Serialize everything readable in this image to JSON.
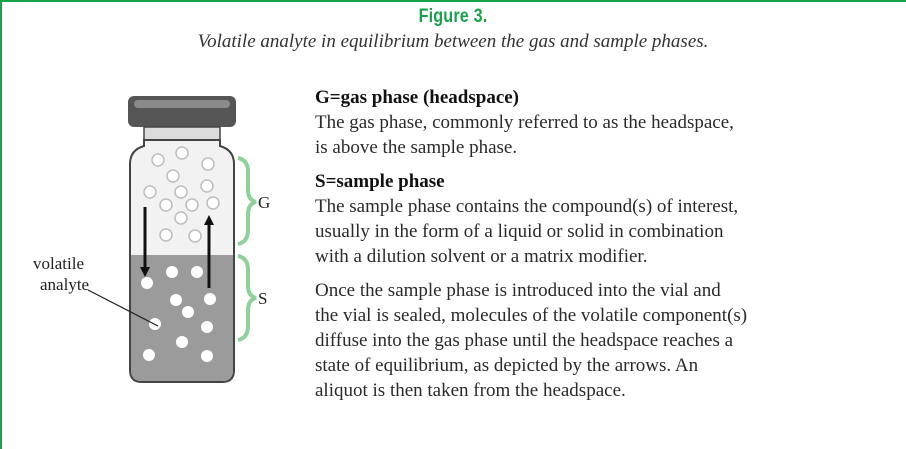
{
  "figure": {
    "title": "Figure 3.",
    "caption": "Volatile analyte in equilibrium between the gas and sample phases."
  },
  "diagram": {
    "label_gas": "G",
    "label_sample": "S",
    "analyte_label_line1": "volatile",
    "analyte_label_line2": "analyte"
  },
  "text": {
    "gas_heading": "G=gas phase (headspace)",
    "gas_body_1": "The gas phase, commonly referred to as the headspace,",
    "gas_body_2": "is above the sample phase.",
    "sample_heading": "S=sample phase",
    "sample_body_1": "The sample phase contains the compound(s) of interest,",
    "sample_body_2": "usually in the form of a liquid or solid in combination",
    "sample_body_3": "with a dilution solvent or a matrix modifier.",
    "eq_1": "Once the sample phase is introduced into the vial and",
    "eq_2": "the vial is sealed, molecules of the volatile component(s)",
    "eq_3": "diffuse into the gas phase until the headspace reaches a",
    "eq_4": "state of equilibrium, as depicted by the arrows. An",
    "eq_5": "aliquot is then taken from the headspace."
  },
  "colors": {
    "accent": "#1aa24a",
    "bracket": "#8fd19a",
    "cap": "#555555",
    "liquid": "#9b9b9b",
    "gas": "#f2f2f2"
  }
}
